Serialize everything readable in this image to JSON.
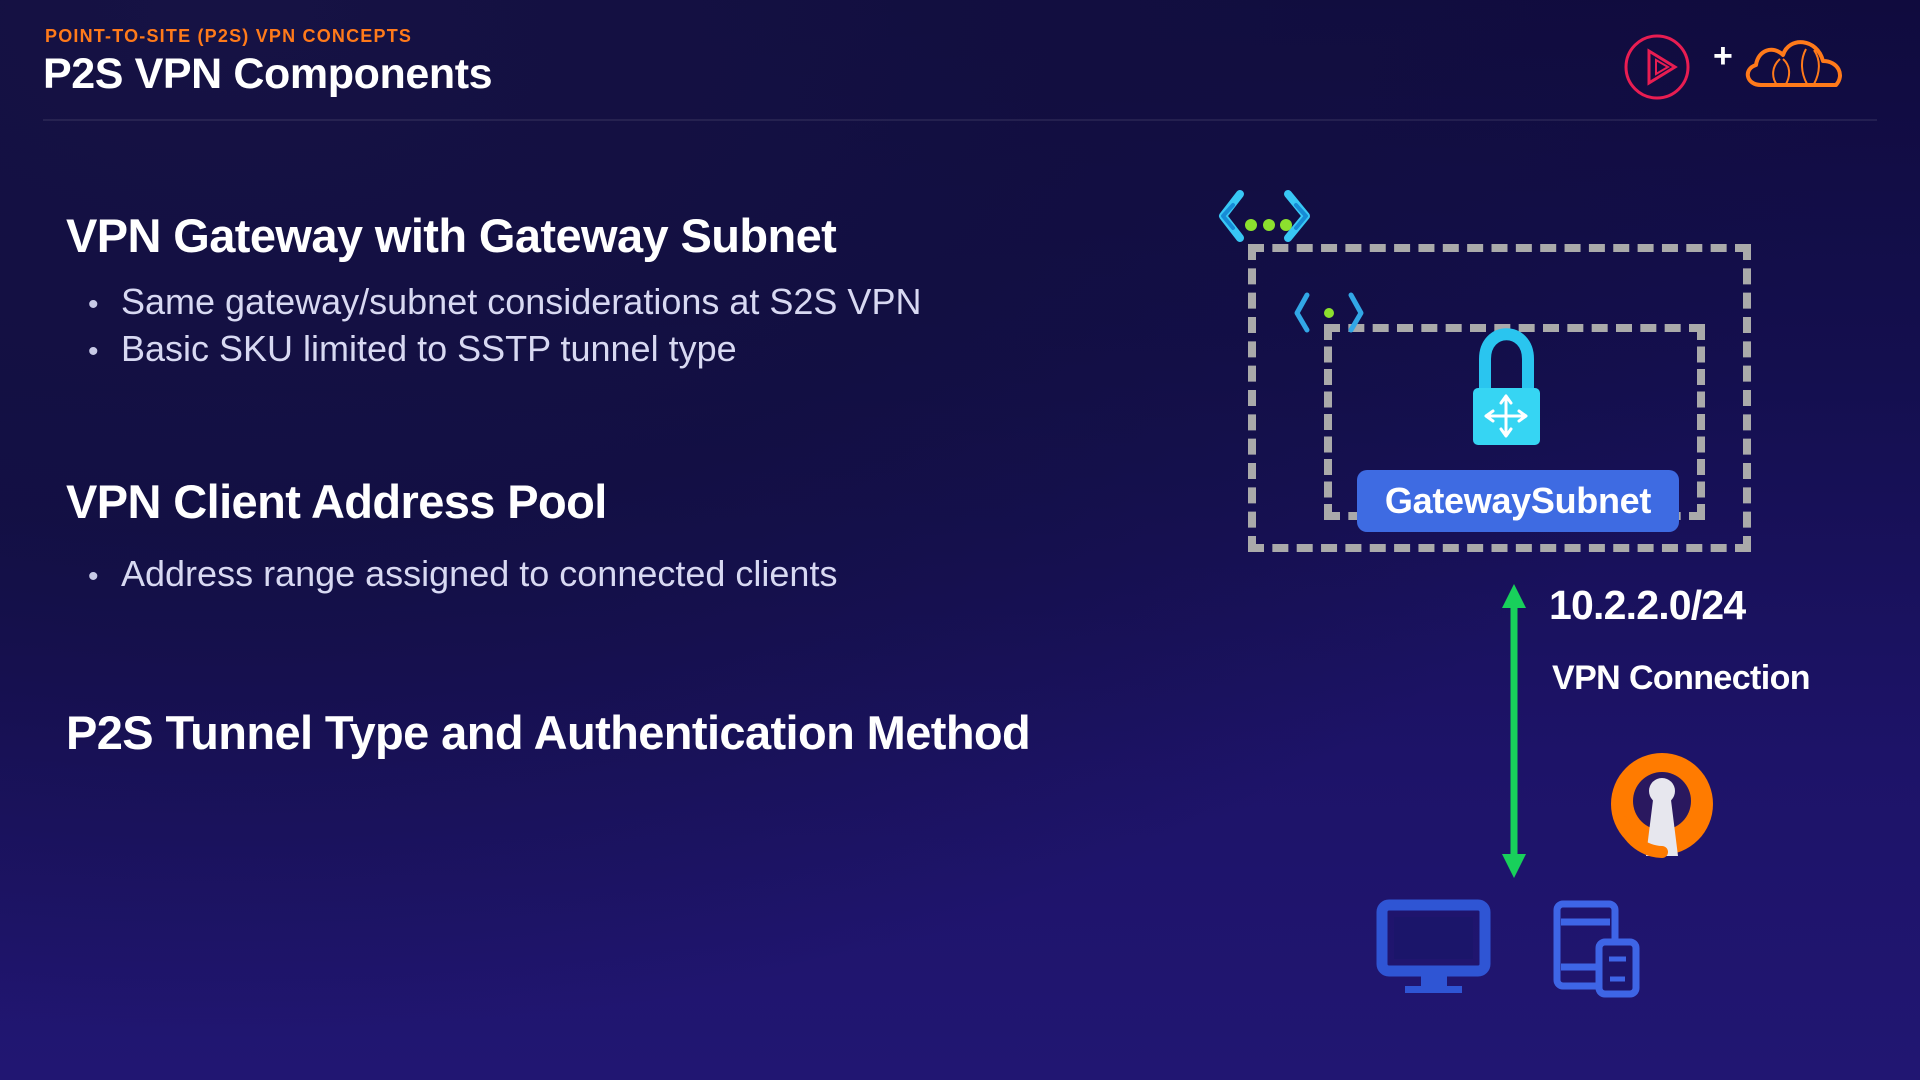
{
  "header": {
    "kicker": "POINT-TO-SITE (P2S) VPN CONCEPTS",
    "title": "P2S VPN Components"
  },
  "sections": [
    {
      "title": "VPN Gateway with Gateway Subnet",
      "bullets": [
        "Same gateway/subnet considerations at S2S VPN",
        "Basic SKU limited to SSTP tunnel type"
      ]
    },
    {
      "title": "VPN Client Address Pool",
      "bullets": [
        "Address range assigned to connected clients"
      ]
    },
    {
      "title": "P2S Tunnel Type and Authentication Method",
      "bullets": []
    }
  ],
  "diagram": {
    "gateway_label": "GatewaySubnet",
    "address_pool": "10.2.2.0/24",
    "connection_label": "VPN Connection"
  },
  "icons": {
    "brand_logo": "play-icon",
    "cloud_logo": "cloud-icon",
    "network_outer": "virtual-network-icon",
    "network_inner": "subnet-icon",
    "gateway": "vpn-gateway-lock-icon",
    "client_vpn": "openvpn-icon",
    "desktop": "desktop-icon",
    "mobile": "mobile-device-icon"
  },
  "colors": {
    "background": "#130f4f",
    "accent_orange": "#ff7a1a",
    "gateway_blue": "#3e6be2",
    "arrow_green": "#18d05b",
    "dash_gray": "#aaaaaa"
  }
}
